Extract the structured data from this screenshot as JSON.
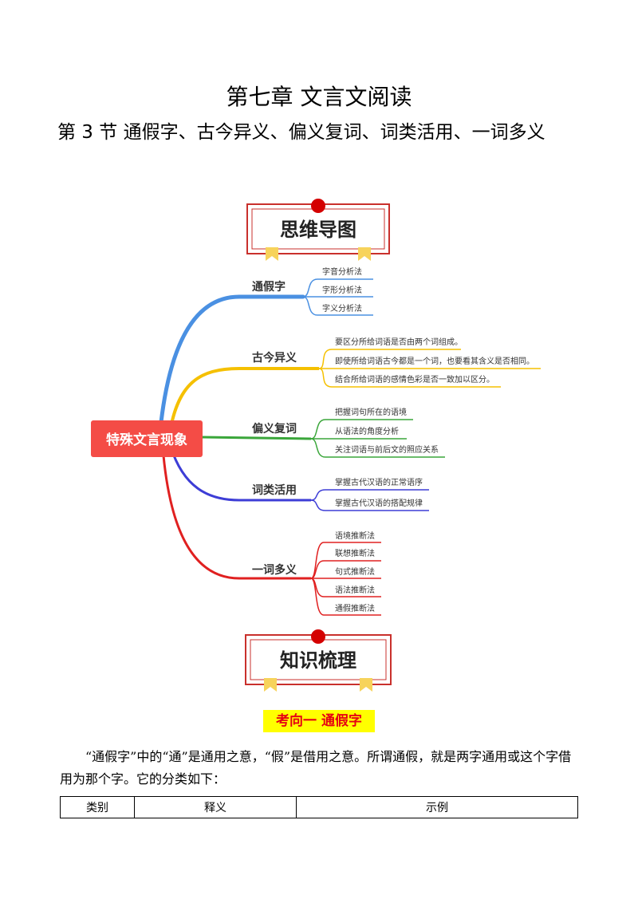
{
  "chapter_title": "第七章  文言文阅读",
  "section_title": "第 3 节  通假字、古今异义、偏义复词、词类活用、一词多义",
  "mindmap_banner": "思维导图",
  "knowledge_banner": "知识梳理",
  "mindmap": {
    "center": "特殊文言现象",
    "branches": [
      {
        "label": "通假字",
        "color": "#4a90e2",
        "items": [
          "字音分析法",
          "字形分析法",
          "字义分析法"
        ]
      },
      {
        "label": "古今异义",
        "color": "#f5c000",
        "items": [
          "要区分所给词语是否由两个词组成。",
          "即使所给词语古今都是一个词，也要看其含义是否相同。",
          "结合所给词语的感情色彩是否一致加以区分。"
        ]
      },
      {
        "label": "偏义复词",
        "color": "#3aa63a",
        "items": [
          "把握词句所在的语境",
          "从语法的角度分析",
          "关注词语与前后文的照应关系"
        ]
      },
      {
        "label": "词类活用",
        "color": "#3d3dd6",
        "items": [
          "掌握古代汉语的正常语序",
          "掌握古代汉语的搭配规律"
        ]
      },
      {
        "label": "一词多义",
        "color": "#e02020",
        "items": [
          "语境推断法",
          "联想推断法",
          "句式推断法",
          "语法推断法",
          "通假推断法"
        ]
      }
    ]
  },
  "section_heading": "考向一    通假字",
  "intro_text": "“通假字”中的“通”是通用之意，“假”是借用之意。所谓通假，就是两字通用或这个字借用为那个字。它的分类如下：",
  "table": {
    "headers": [
      "类别",
      "释义",
      "示例"
    ]
  }
}
